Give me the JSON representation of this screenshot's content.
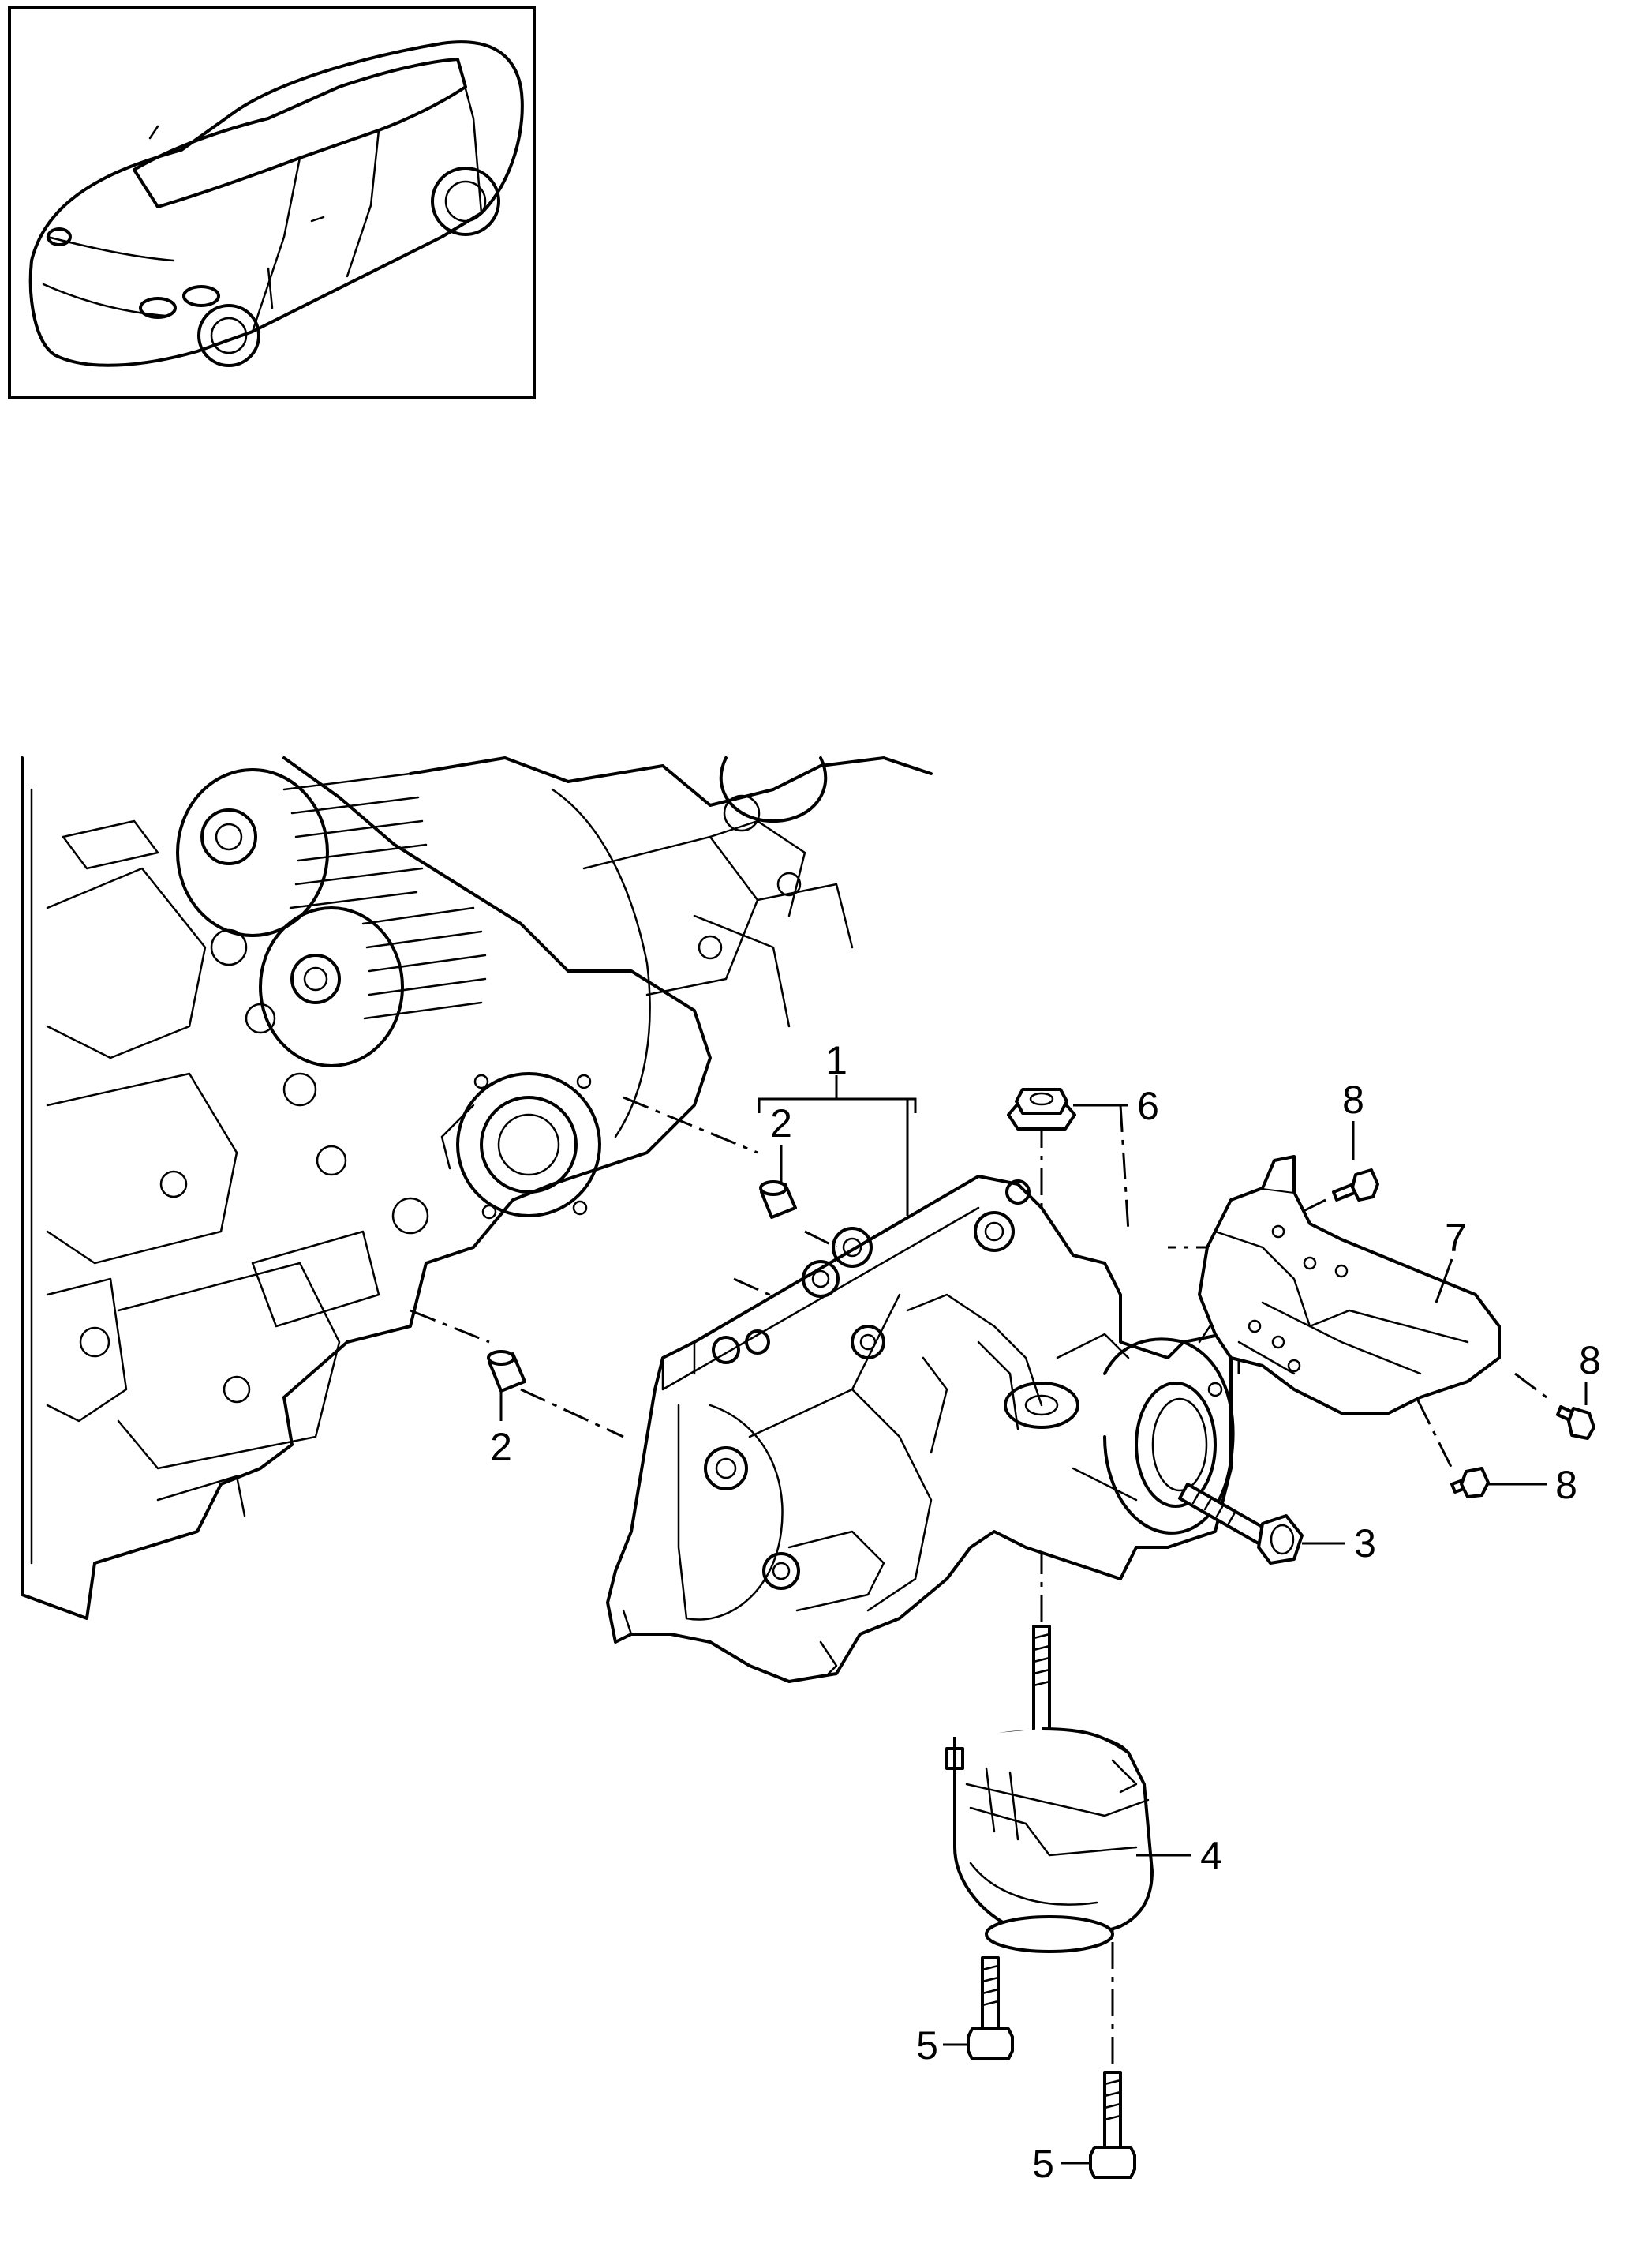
{
  "callouts": [
    {
      "id": "1",
      "label": "1"
    },
    {
      "id": "2a",
      "label": "2"
    },
    {
      "id": "2b",
      "label": "2"
    },
    {
      "id": "3",
      "label": "3"
    },
    {
      "id": "4",
      "label": "4"
    },
    {
      "id": "5a",
      "label": "5"
    },
    {
      "id": "5b",
      "label": "5"
    },
    {
      "id": "6",
      "label": "6"
    },
    {
      "id": "7",
      "label": "7"
    },
    {
      "id": "8a",
      "label": "8"
    },
    {
      "id": "8b",
      "label": "8"
    },
    {
      "id": "8c",
      "label": "8"
    }
  ]
}
